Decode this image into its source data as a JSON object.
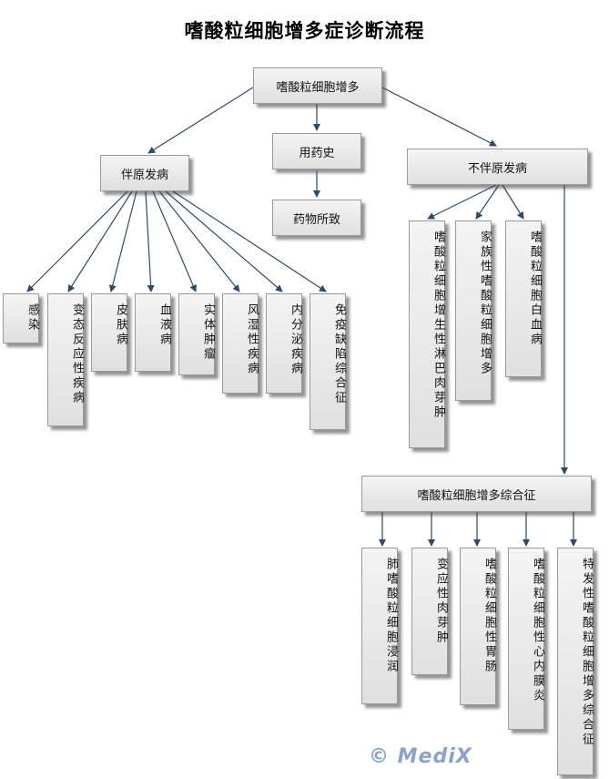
{
  "title": "嗜酸粒细胞增多症诊断流程",
  "nodes": {
    "root": "嗜酸粒细胞增多",
    "with_primary": "伴原发病",
    "drug_history": "用药史",
    "drug_induced": "药物所致",
    "without_primary": "不伴原发病",
    "infection": "感染",
    "allergy": "变态反应性疾病",
    "skin": "皮肤病",
    "blood": "血液病",
    "solid_tumor": "实体肿瘤",
    "rheumatic": "风湿性疾病",
    "endocrine": "内分泌疾病",
    "immunodeficiency": "免疫缺陷综合征",
    "lymphogranuloma": "嗜酸粒细胞增生性淋巴肉芽肿",
    "familial": "家族性嗜酸粒细胞增多",
    "leukemia": "嗜酸粒细胞白血病",
    "syndrome": "嗜酸粒细胞增多综合征",
    "pulmonary": "肺嗜酸粒细胞浸润",
    "granuloma": "变应性肉芽肿",
    "gastroenteritis": "嗜酸粒细胞性胃肠",
    "endocarditis": "嗜酸粒细胞性心内膜炎",
    "idiopathic": "特发性嗜酸粒细胞增多综合征"
  },
  "watermark": "© MediX",
  "colors": {
    "arrow": "#2e4a6b",
    "watermark": "#8aa3c8"
  }
}
